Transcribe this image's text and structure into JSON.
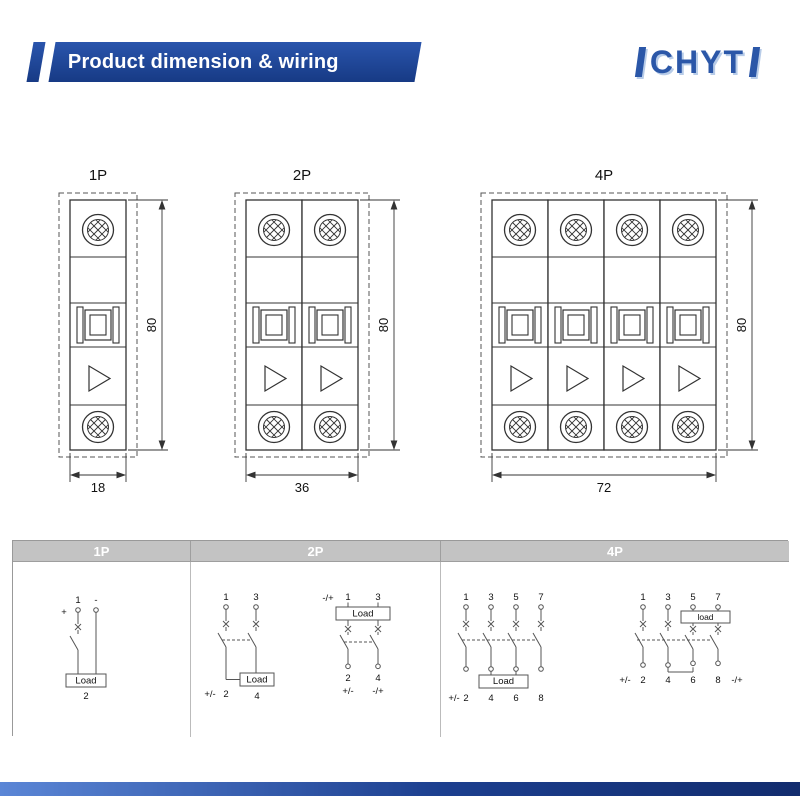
{
  "header": {
    "title": "Product dimension & wiring",
    "logo": "CHYT"
  },
  "colors": {
    "banner_blue": "#1d4192",
    "logo_blue": "#2b57a8",
    "table_header_bg": "#c3c3c3"
  },
  "drawings": {
    "p1": {
      "title": "1P",
      "h": "80",
      "w": "18"
    },
    "p2": {
      "title": "2P",
      "h": "80",
      "w": "36"
    },
    "p4": {
      "title": "4P",
      "h": "80",
      "w": "72"
    }
  },
  "wiring_table": {
    "header_1p": "1P",
    "header_2p": "2P",
    "header_4p": "4P",
    "p1": {
      "plus": "+",
      "minus": "-",
      "t1": "1",
      "t2": "2",
      "load": "Load"
    },
    "p2a": {
      "t1": "1",
      "t3": "3",
      "t2": "2",
      "t4": "4",
      "pm": "+/-",
      "load": "Load"
    },
    "p2b": {
      "mp": "-/+",
      "t1": "1",
      "t3": "3",
      "t2": "2",
      "t4": "4",
      "pm_b": "+/-",
      "mp_b": "-/+",
      "load": "Load"
    },
    "p4a": {
      "t1": "1",
      "t3": "3",
      "t5": "5",
      "t7": "7",
      "t2": "2",
      "t4": "4",
      "t6": "6",
      "t8": "8",
      "pm": "+/-",
      "load": "Load"
    },
    "p4b": {
      "t1": "1",
      "t3": "3",
      "t5": "5",
      "t7": "7",
      "t2": "2",
      "t4": "4",
      "t6": "6",
      "t8": "8",
      "pm": "+/-",
      "mp": "-/+",
      "load": "load"
    }
  }
}
